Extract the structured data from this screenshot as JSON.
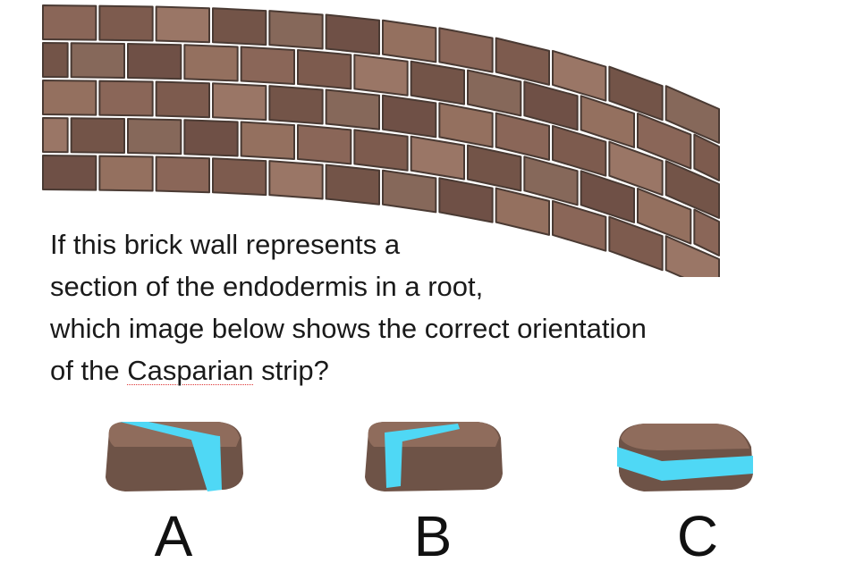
{
  "question": {
    "line1": "If this brick wall represents a",
    "line2": "section of the endodermis in a root,",
    "line3": "which image below shows the correct orientation",
    "line4_before": "of the ",
    "line4_flagged": "Casparian",
    "line4_after": " strip?"
  },
  "options": [
    {
      "letter": "A",
      "strip": "across the top and down the side"
    },
    {
      "letter": "B",
      "strip": "across the top and down the front face"
    },
    {
      "letter": "C",
      "strip": "around the side faces"
    }
  ],
  "colors": {
    "strip": "#4fd8f5",
    "brick_top": "#8a6a5a",
    "brick_side": "#6e5347",
    "mortar": "#4a3a33",
    "text": "#1a1a1a",
    "spell_underline": "#d33333"
  }
}
